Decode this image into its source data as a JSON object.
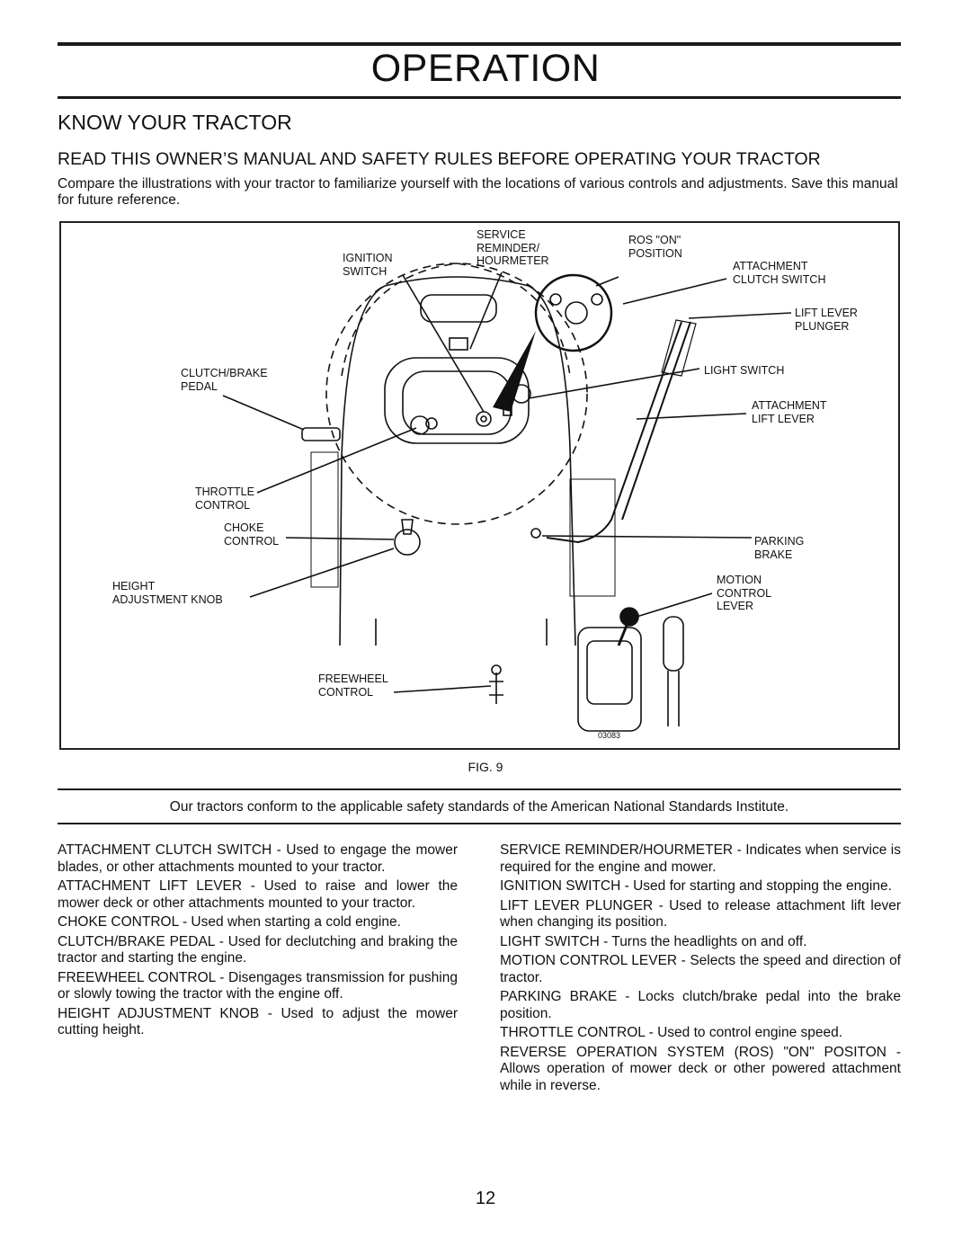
{
  "header": {
    "title": "OPERATION",
    "section": "KNOW YOUR TRACTOR",
    "warning": "READ THIS OWNER’S MANUAL AND SAFETY RULES BEFORE OPERATING YOUR TRACTOR",
    "intro": "Compare the illustrations with your tractor to familiarize yourself with the locations of various controls and adjustments. Save this manual for future reference."
  },
  "figure": {
    "labels": {
      "service_reminder": "SERVICE\nREMINDER/\nHOURMETER",
      "ignition_switch": "IGNITION\nSWITCH",
      "ros_on": "ROS \"ON\"\nPOSITION",
      "attachment_clutch_switch": "ATTACHMENT\nCLUTCH SWITCH",
      "lift_lever_plunger": "LIFT LEVER\nPLUNGER",
      "clutch_brake_pedal": "CLUTCH/BRAKE\nPEDAL",
      "light_switch": "LIGHT SWITCH",
      "attachment_lift_lever": "ATTACHMENT\nLIFT LEVER",
      "throttle_control": "THROTTLE\nCONTROL",
      "choke_control": "CHOKE\nCONTROL",
      "parking_brake": "PARKING\nBRAKE",
      "height_adjustment_knob": "HEIGHT\nADJUSTMENT KNOB",
      "motion_control_lever": "MOTION\nCONTROL\nLEVER",
      "freewheel_control": "FREEWHEEL\nCONTROL",
      "part_number": "03083"
    },
    "caption": "FIG. 9"
  },
  "standards_note": "Our tractors conform to the applicable safety standards of the American National Standards Institute.",
  "descriptions_left": [
    "ATTACHMENT CLUTCH SWITCH - Used to engage the mower blades, or other attachments mounted to your tractor.",
    "ATTACHMENT LIFT LEVER - Used to raise and lower the mower deck or other attachments mounted to your tractor.",
    "CHOKE CONTROL - Used when starting a cold engine.",
    "CLUTCH/BRAKE PEDAL - Used for declutching and braking the tractor and starting the engine.",
    "FREEWHEEL CONTROL - Disengages transmission for pushing or slowly towing the tractor with the engine off.",
    "HEIGHT ADJUSTMENT KNOB - Used to adjust the mower cutting height."
  ],
  "descriptions_right": [
    "SERVICE REMINDER/HOURMETER - Indicates when service is required for the engine and mower.",
    "IGNITION SWITCH - Used for starting and stopping the engine.",
    "LIFT LEVER PLUNGER - Used to release attachment lift lever when changing its position.",
    "LIGHT SWITCH - Turns the headlights on and off.",
    "MOTION CONTROL LEVER - Selects the speed and direction of tractor.",
    "PARKING BRAKE - Locks clutch/brake pedal into the brake position.",
    "THROTTLE CONTROL - Used to control engine speed.",
    "REVERSE OPERATION SYSTEM (ROS) \"ON\" POSITON - Allows operation of mower deck or other powered attachment while in reverse."
  ],
  "page_number": "12"
}
